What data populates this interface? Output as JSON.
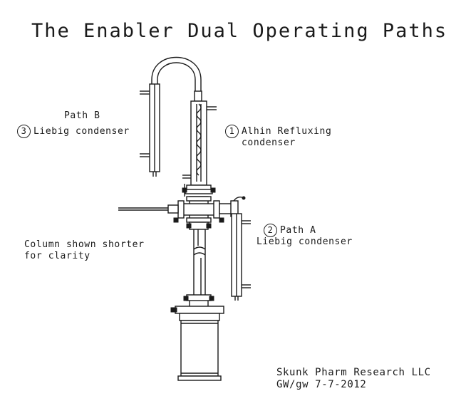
{
  "title": "The Enabler Dual Operating Paths",
  "path_b": {
    "heading": "Path B",
    "number": "3",
    "label": "Liebig condenser"
  },
  "path_1": {
    "number": "1",
    "line1": "Alhin Refluxing",
    "line2": "condenser"
  },
  "path_a": {
    "number": "2",
    "heading": "Path A",
    "label": "Liebig condenser"
  },
  "note": {
    "line1": "Column shown shorter",
    "line2": "for clarity"
  },
  "credit": {
    "line1": "Skunk Pharm Research LLC",
    "line2": "GW/gw  7-7-2012"
  }
}
